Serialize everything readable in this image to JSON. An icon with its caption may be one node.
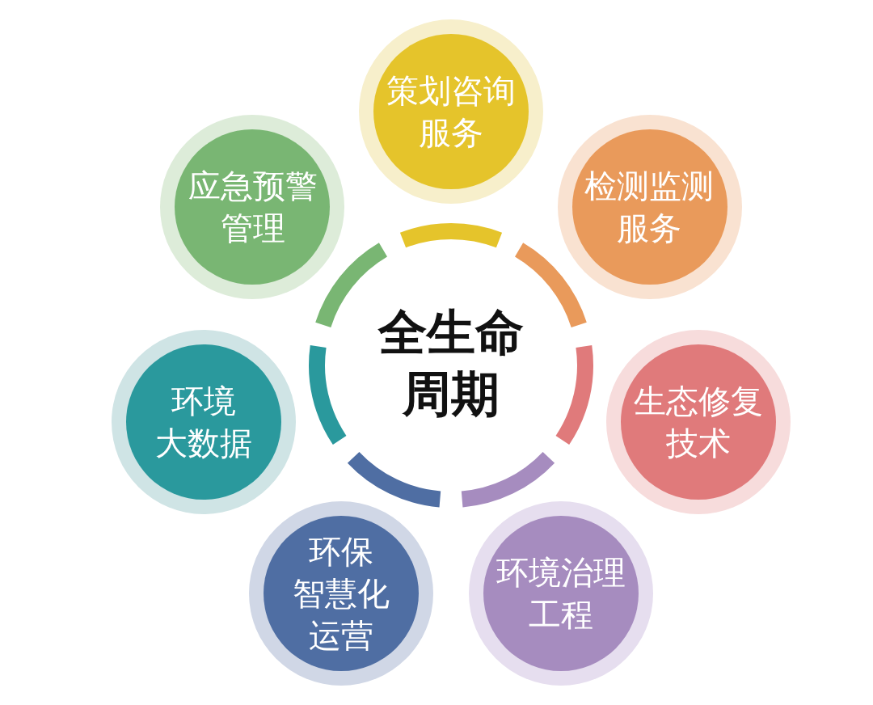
{
  "diagram": {
    "nodes": [
      {
        "text": [
          "全生命周期"
        ]
      },
      {
        "text": [
          "策划咨询服务"
        ]
      },
      {
        "text": [
          "检测监测服务"
        ]
      },
      {
        "text": [
          "生态修复技术"
        ]
      },
      {
        "text": [
          "环境治理工程"
        ]
      },
      {
        "text": [
          "环保智慧化运营"
        ]
      },
      {
        "text": [
          "环境大数据"
        ]
      },
      {
        "text": [
          "应急预警管理"
        ]
      }
    ]
  }
}
